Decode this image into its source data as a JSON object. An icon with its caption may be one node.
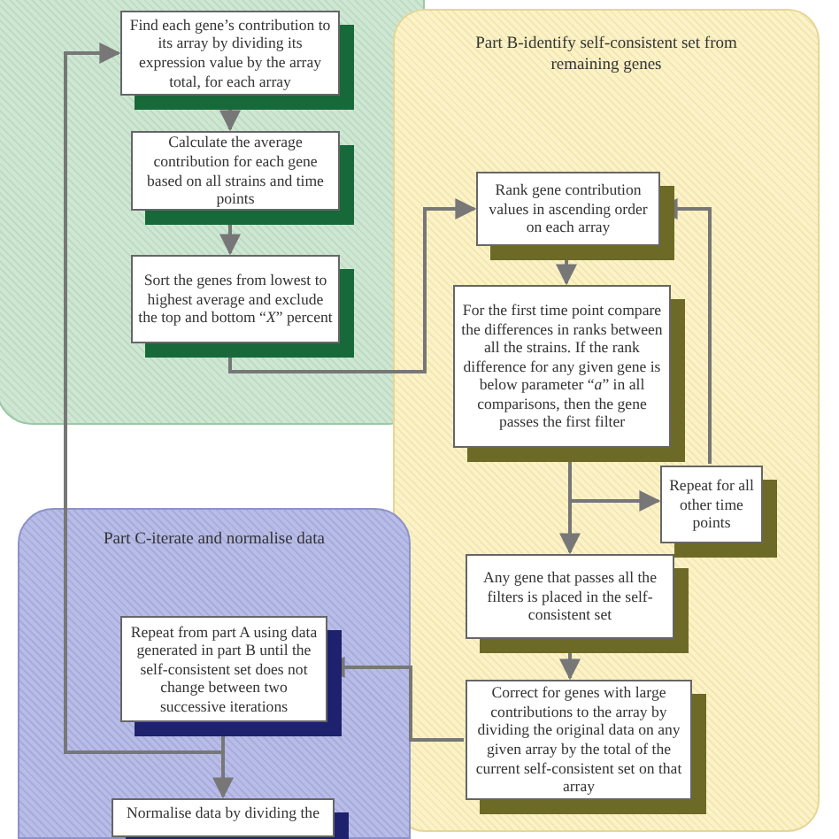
{
  "diagram": {
    "nodes": [
      {
        "text": [],
        "shape": "box"
      },
      {
        "text": [
          "Find each gene’s contribution to its array by dividing its expression value by the array total, for each array"
        ],
        "in": 0
      },
      {
        "text": [
          "Calculate the average contribution for each gene based on all strains and time points"
        ],
        "in": 0
      },
      {
        "text": [
          "Sort the genes from lowest to highest average and exclude the top and bottom “*X*” percent"
        ],
        "in": 0
      },
      {
        "text": [
          "Part B-identify self-consistent set from remaining genes"
        ]
      },
      {
        "text": [
          "Rank gene contribution values in ascending order on each array"
        ],
        "in": 4
      },
      {
        "text": [
          "For the first time point compare the differences in ranks between all the strains. If the rank difference for any given gene is below parameter “*a*” in all comparisons, then the gene passes the first filter"
        ],
        "in": 4
      },
      {
        "text": [
          "Repeat for all other time points"
        ],
        "in": 4
      },
      {
        "text": [
          "Any gene that passes all the filters is placed in the self-consistent set"
        ],
        "in": 4
      },
      {
        "text": [
          "Correct for genes with large contributions to the array by dividing the original data on any given array by the total of the current self-consistent set on that array"
        ],
        "in": 4
      },
      {
        "text": [
          "Part C-iterate and normalise data"
        ]
      },
      {
        "text": [
          "Repeat from part A using data generated in part B until the self-consistent set does not change between two successive iterations"
        ],
        "in": 10
      },
      {
        "text": [
          "Normalise data by dividing the"
        ],
        "in": 10
      }
    ],
    "edges": [
      {
        "from": 1,
        "to": 2,
        "arrow": "to"
      },
      {
        "from": 2,
        "to": 3,
        "arrow": "to"
      },
      {
        "from": 3,
        "to": 5,
        "arrow": "to"
      },
      {
        "from": 5,
        "to": 6,
        "arrow": "to"
      },
      {
        "from": 6,
        "to": 7,
        "arrow": "to"
      },
      {
        "from": 6,
        "to": 8,
        "arrow": "to"
      },
      {
        "from": 7,
        "to": 5,
        "arrow": "to"
      },
      {
        "from": 8,
        "to": 9,
        "arrow": "to"
      },
      {
        "from": 9,
        "to": 11,
        "arrow": "to"
      },
      {
        "from": 11,
        "to": 12,
        "arrow": "to"
      },
      {
        "from": 11,
        "to": 1,
        "arrow": "to"
      }
    ]
  }
}
